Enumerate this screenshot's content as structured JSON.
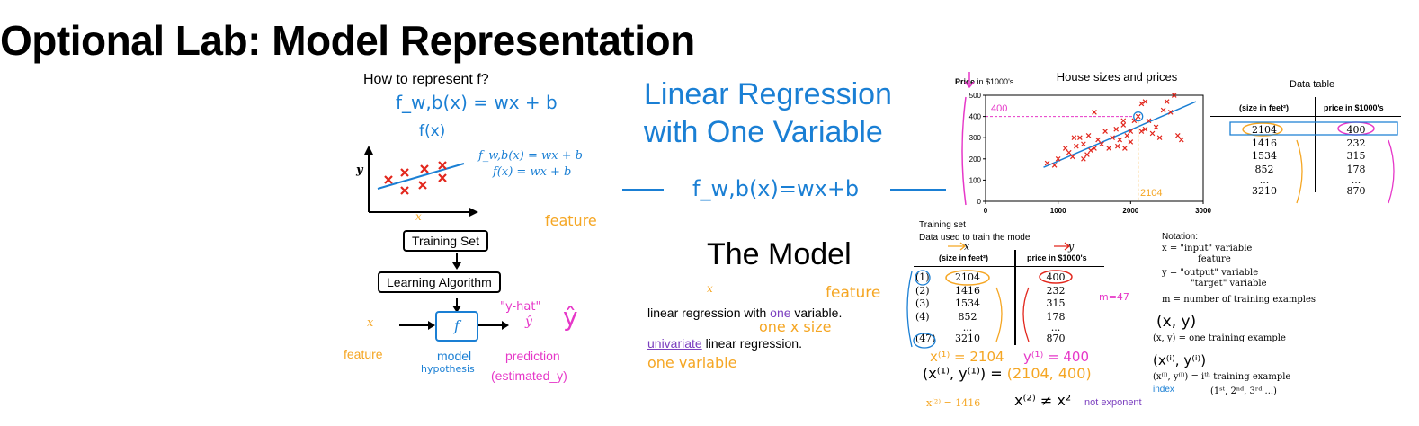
{
  "title": "Optional Lab: Model Representation",
  "left_panel": {
    "heading": "How to represent f?",
    "formula_fwb": "f_w,b(x) = wx + b",
    "formula_fx": "f(x)",
    "typed_fwb": "f_w,b(x) = wx + b",
    "typed_fx": "f(x) = wx + b",
    "axis_y": "y",
    "axis_x": "x",
    "feature_note": "feature",
    "training_set_box": "Training Set",
    "learning_algo_box": "Learning Algorithm",
    "f_box": "f",
    "input_x": "x",
    "y_hat_label": "\"y-hat\"",
    "y_hat_sym": "ŷ",
    "y_hat_big": "ŷ",
    "feature_label": "feature",
    "model_label": "model",
    "hypothesis_label": "hypothesis",
    "prediction_label": "prediction",
    "estimated_label": "(estimated_y)"
  },
  "center_panel": {
    "lr_title_line1": "Linear Regression",
    "lr_title_line2": "with One Variable",
    "lr_formula": "f_w,b(x)=wx+b",
    "model_title": "The Model",
    "x_note": "x",
    "feature_note": "feature",
    "line1": "linear regression with one variable.",
    "line1_pre": "linear regression with ",
    "line1_one": "one",
    "line1_post": " variable.",
    "one_x_size": "one x  size",
    "univariate": "univariate",
    "line2_post": " linear regression.",
    "one_variable": "one  variable"
  },
  "chart": {
    "price_label": "Price",
    "price_units": " in $1000's",
    "annot_400": "400",
    "annot_2104": "2104"
  },
  "chart_data": {
    "type": "scatter",
    "title": "House sizes and prices",
    "xlabel": "",
    "ylabel": "Price in $1000's",
    "xlim": [
      0,
      3000
    ],
    "ylim": [
      0,
      500
    ],
    "xticks": [
      "0",
      "1000",
      "2000",
      "3000"
    ],
    "yticks": [
      "0",
      "100",
      "200",
      "300",
      "400",
      "500"
    ],
    "series": [
      {
        "points": [
          [
            850,
            180
          ],
          [
            950,
            170
          ],
          [
            1000,
            200
          ],
          [
            1100,
            250
          ],
          [
            1150,
            230
          ],
          [
            1200,
            210
          ],
          [
            1220,
            300
          ],
          [
            1250,
            260
          ],
          [
            1300,
            300
          ],
          [
            1350,
            200
          ],
          [
            1400,
            220
          ],
          [
            1420,
            310
          ],
          [
            1450,
            240
          ],
          [
            1500,
            250
          ],
          [
            1550,
            290
          ],
          [
            1600,
            270
          ],
          [
            1650,
            330
          ],
          [
            1700,
            250
          ],
          [
            1750,
            300
          ],
          [
            1800,
            340
          ],
          [
            1820,
            260
          ],
          [
            1850,
            290
          ],
          [
            1900,
            360
          ],
          [
            1920,
            250
          ],
          [
            1950,
            310
          ],
          [
            2000,
            280
          ],
          [
            2050,
            380
          ],
          [
            2104,
            400
          ],
          [
            2150,
            330
          ],
          [
            2200,
            340
          ],
          [
            2250,
            380
          ],
          [
            2300,
            320
          ],
          [
            2350,
            350
          ],
          [
            2400,
            300
          ],
          [
            2450,
            430
          ],
          [
            2500,
            470
          ],
          [
            2550,
            420
          ],
          [
            2600,
            500
          ],
          [
            2650,
            310
          ],
          [
            2700,
            290
          ],
          [
            2200,
            470
          ],
          [
            1500,
            420
          ],
          [
            1900,
            380
          ],
          [
            1350,
            270
          ],
          [
            2000,
            330
          ],
          [
            2150,
            460
          ]
        ]
      }
    ],
    "fit_line": {
      "x": [
        800,
        2900
      ],
      "y": [
        160,
        470
      ]
    },
    "highlight_point": [
      2104,
      400
    ]
  },
  "data_table": {
    "title": "Data table",
    "col1_header": "(size in feet²)",
    "col2_header": "price in $1000's",
    "col1": [
      "2104",
      "1416",
      "1534",
      "852",
      "...",
      "3210"
    ],
    "col2": [
      "400",
      "232",
      "315",
      "178",
      "...",
      "870"
    ]
  },
  "training_set": {
    "heading1": "Training set",
    "heading2": "Data used to train the model",
    "x_label": "x",
    "y_label": "y",
    "col1_header": "(size in feet²)",
    "col2_header": "price in $1000's",
    "indices": [
      "(1)",
      "(2)",
      "(3)",
      "(4)",
      "",
      "(47)"
    ],
    "col1": [
      "2104",
      "1416",
      "1534",
      "852",
      "...",
      "3210"
    ],
    "col2": [
      "400",
      "232",
      "315",
      "178",
      "...",
      "870"
    ],
    "m_label": "m=47",
    "x1_eq": "x⁽¹⁾ = 2104",
    "y1_eq": "y⁽¹⁾ = 400",
    "pair_eq_left": "(x⁽¹⁾, y⁽¹⁾) = ",
    "pair_eq_right": "(2104, 400)",
    "x2_eq": "x⁽²⁾ = 1416",
    "neq": "x⁽²⁾ ≠ x²",
    "not_exponent": "not exponent"
  },
  "notation": {
    "heading": "Notation:",
    "x_line": "x = \"input\" variable",
    "x_sub": "feature",
    "y_line": "y = \"output\" variable",
    "y_sub": "\"target\" variable",
    "m_line": "m = number of training examples",
    "xy_big": "(x, y)",
    "xy_line": "(x, y) = one training example",
    "xiyi_big": "(x⁽ⁱ⁾, y⁽ⁱ⁾)",
    "xiyi_line": "(x⁽ⁱ⁾, y⁽ⁱ⁾) = iᵗʰ training example",
    "index_label": "index",
    "ordinals": "(1ˢᵗ, 2ⁿᵈ, 3ʳᵈ ...)"
  },
  "colors": {
    "blue": "#1a7fd4",
    "orange": "#f5a623",
    "magenta": "#e637c8",
    "purple": "#7b3fbf",
    "red": "#e2261c"
  }
}
